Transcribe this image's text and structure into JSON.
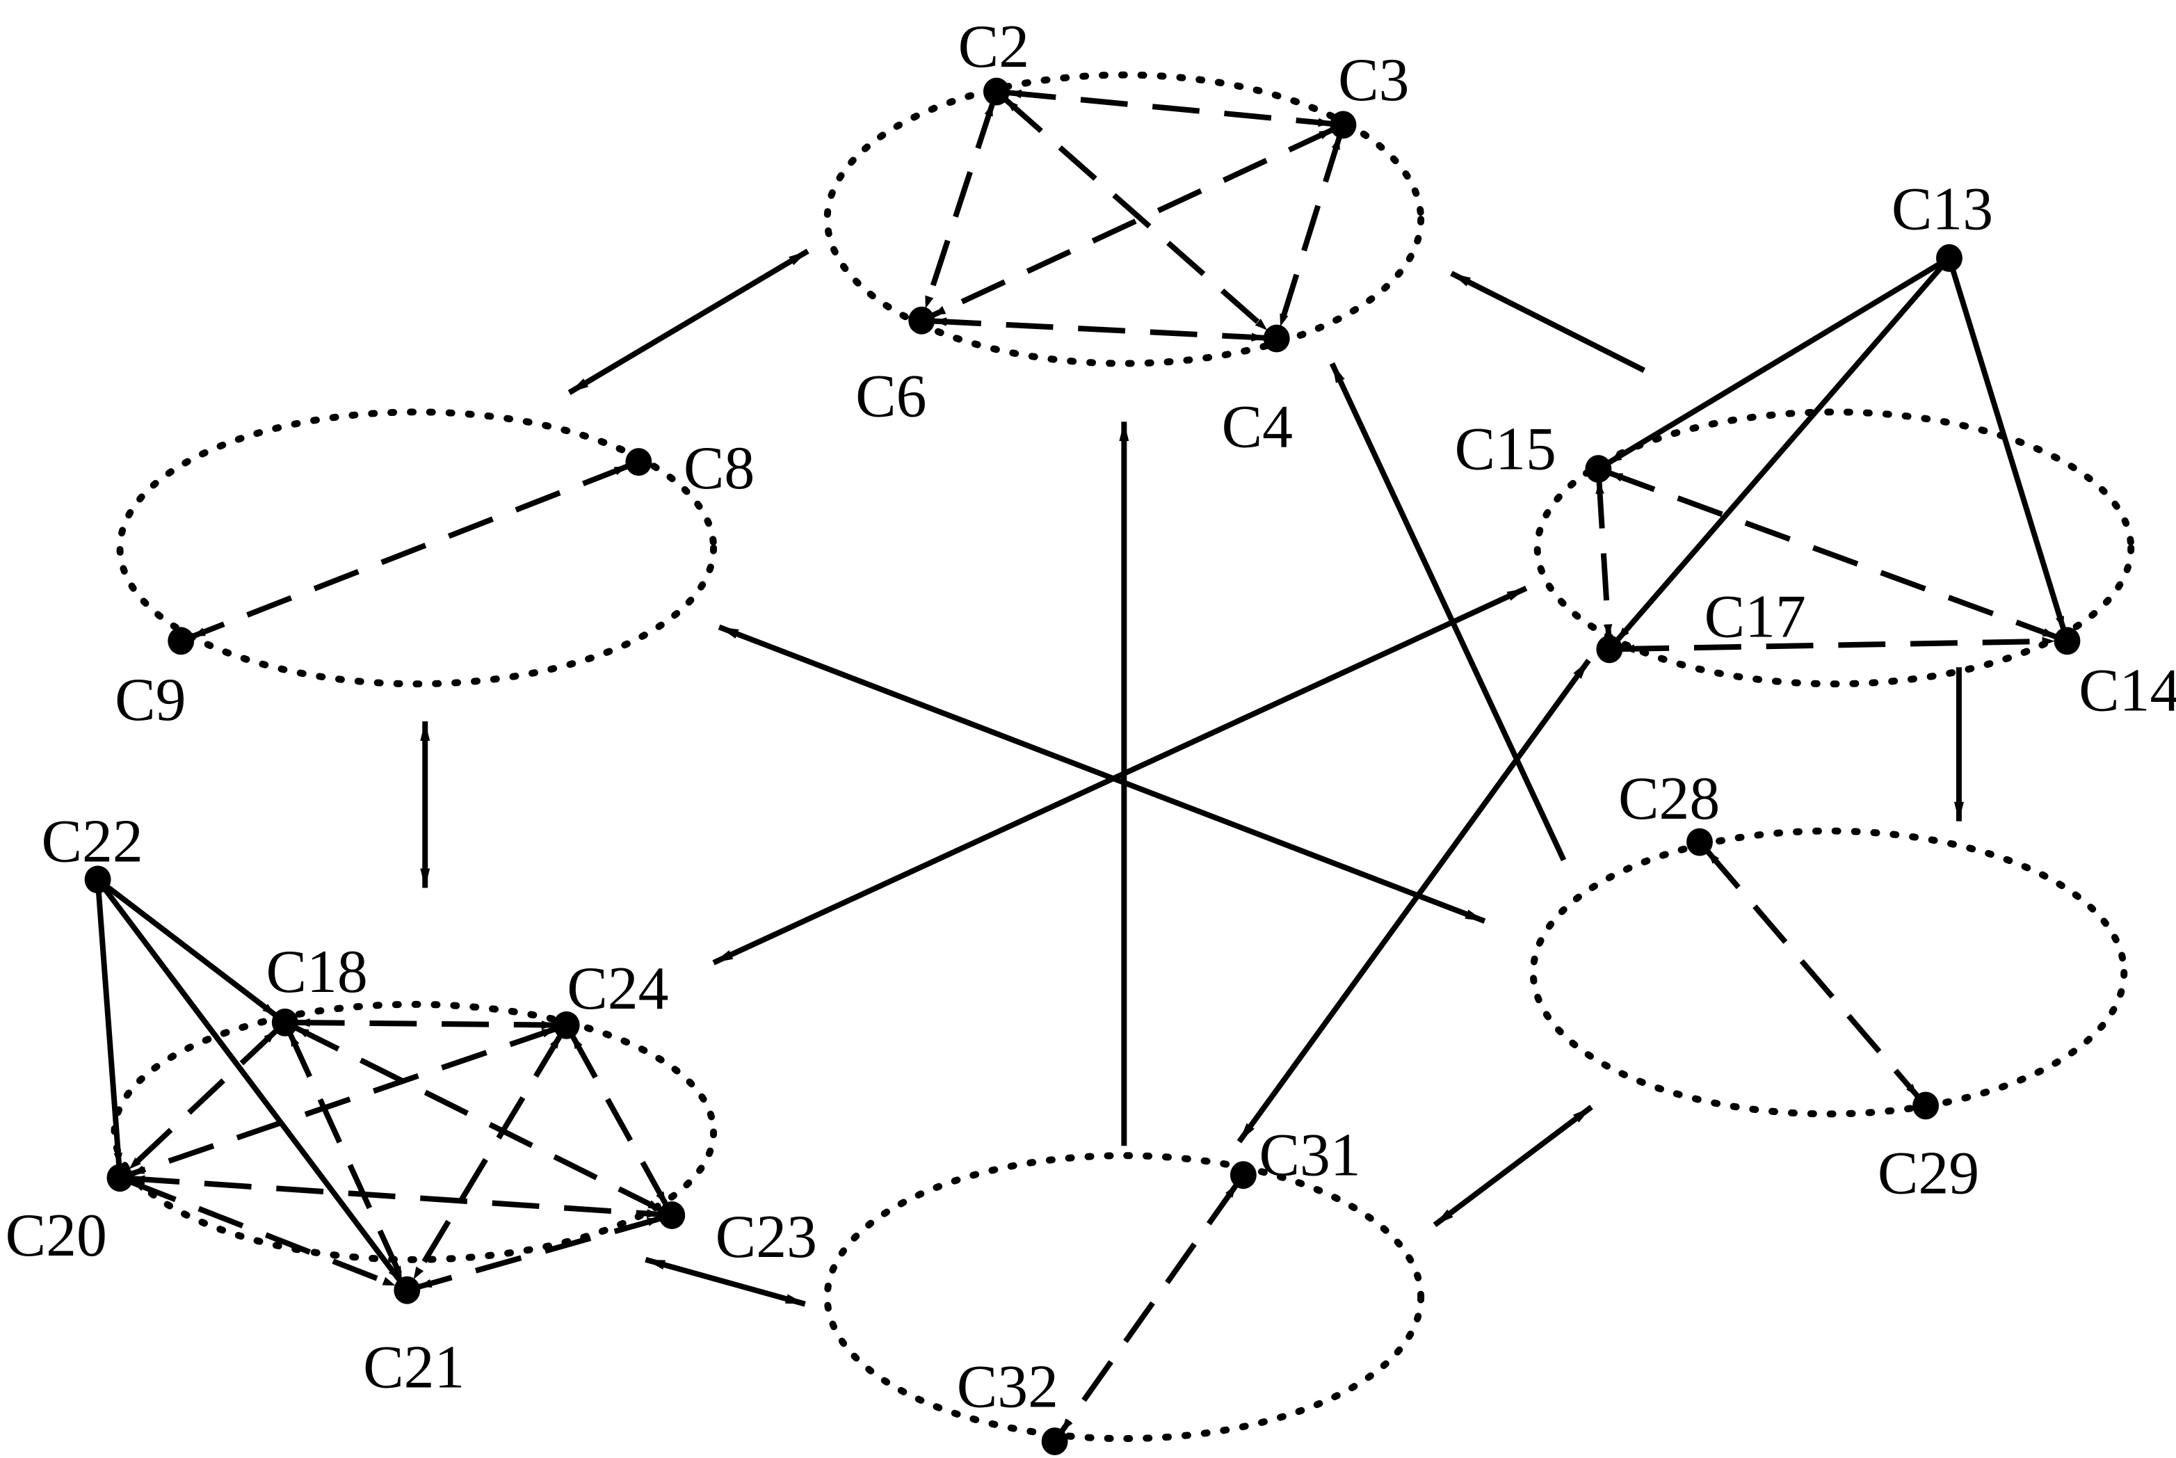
{
  "diagram": {
    "type": "directed-graph",
    "clusters": [
      {
        "id": "K1",
        "nodes": [
          "C2",
          "C3",
          "C4",
          "C6"
        ]
      },
      {
        "id": "K2",
        "nodes": [
          "C8",
          "C9"
        ]
      },
      {
        "id": "K3",
        "nodes": [
          "C15",
          "C17",
          "C14"
        ]
      },
      {
        "id": "K4",
        "nodes": [
          "C28",
          "C29"
        ]
      },
      {
        "id": "K5",
        "nodes": [
          "C31",
          "C32"
        ]
      },
      {
        "id": "K6",
        "nodes": [
          "C18",
          "C24",
          "C20",
          "C23",
          "C21"
        ]
      }
    ],
    "nodes": [
      {
        "id": "C2",
        "label": "C2"
      },
      {
        "id": "C3",
        "label": "C3"
      },
      {
        "id": "C4",
        "label": "C4"
      },
      {
        "id": "C6",
        "label": "C6"
      },
      {
        "id": "C8",
        "label": "C8"
      },
      {
        "id": "C9",
        "label": "C9"
      },
      {
        "id": "C13",
        "label": "C13"
      },
      {
        "id": "C14",
        "label": "C14"
      },
      {
        "id": "C15",
        "label": "C15"
      },
      {
        "id": "C17",
        "label": "C17"
      },
      {
        "id": "C28",
        "label": "C28"
      },
      {
        "id": "C29",
        "label": "C29"
      },
      {
        "id": "C31",
        "label": "C31"
      },
      {
        "id": "C32",
        "label": "C32"
      },
      {
        "id": "C22",
        "label": "C22"
      },
      {
        "id": "C18",
        "label": "C18"
      },
      {
        "id": "C24",
        "label": "C24"
      },
      {
        "id": "C20",
        "label": "C20"
      },
      {
        "id": "C23",
        "label": "C23"
      },
      {
        "id": "C21",
        "label": "C21"
      }
    ],
    "intra_edges_dashed_bidirectional": [
      [
        "C2",
        "C3"
      ],
      [
        "C2",
        "C6"
      ],
      [
        "C2",
        "C4"
      ],
      [
        "C3",
        "C6"
      ],
      [
        "C3",
        "C4"
      ],
      [
        "C6",
        "C4"
      ],
      [
        "C8",
        "C9"
      ],
      [
        "C15",
        "C17"
      ],
      [
        "C15",
        "C14"
      ],
      [
        "C17",
        "C14"
      ],
      [
        "C28",
        "C29"
      ],
      [
        "C31",
        "C32"
      ],
      [
        "C18",
        "C24"
      ],
      [
        "C18",
        "C20"
      ],
      [
        "C18",
        "C21"
      ],
      [
        "C18",
        "C23"
      ],
      [
        "C24",
        "C20"
      ],
      [
        "C24",
        "C21"
      ],
      [
        "C24",
        "C23"
      ],
      [
        "C20",
        "C23"
      ],
      [
        "C20",
        "C21"
      ],
      [
        "C23",
        "C21"
      ]
    ],
    "solid_edges": [
      {
        "from": "C13",
        "to": "C15"
      },
      {
        "from": "C13",
        "to": "C17"
      },
      {
        "from": "C13",
        "to": "C14"
      },
      {
        "from": "C22",
        "to": "C18"
      },
      {
        "from": "C22",
        "to": "C20"
      },
      {
        "from": "C22",
        "to": "C21"
      }
    ],
    "cluster_edges": [
      {
        "from": "K1",
        "to": "K2",
        "bidirectional": true
      },
      {
        "from": "K3",
        "to": "K1",
        "bidirectional": false
      },
      {
        "from": "K3",
        "to": "K4",
        "bidirectional": false
      },
      {
        "from": "K2",
        "to": "K6",
        "bidirectional": true
      },
      {
        "from": "K2",
        "to": "K4",
        "bidirectional": true
      },
      {
        "from": "K3",
        "to": "K6",
        "bidirectional": true
      },
      {
        "from": "K5",
        "to": "K1",
        "bidirectional": false
      },
      {
        "from": "K4",
        "to": "K1",
        "bidirectional": false
      },
      {
        "from": "C31",
        "to": "C17",
        "bidirectional": true
      },
      {
        "from": "K6",
        "to": "K5",
        "bidirectional": true
      },
      {
        "from": "K5",
        "to": "K4",
        "bidirectional": true
      }
    ]
  }
}
